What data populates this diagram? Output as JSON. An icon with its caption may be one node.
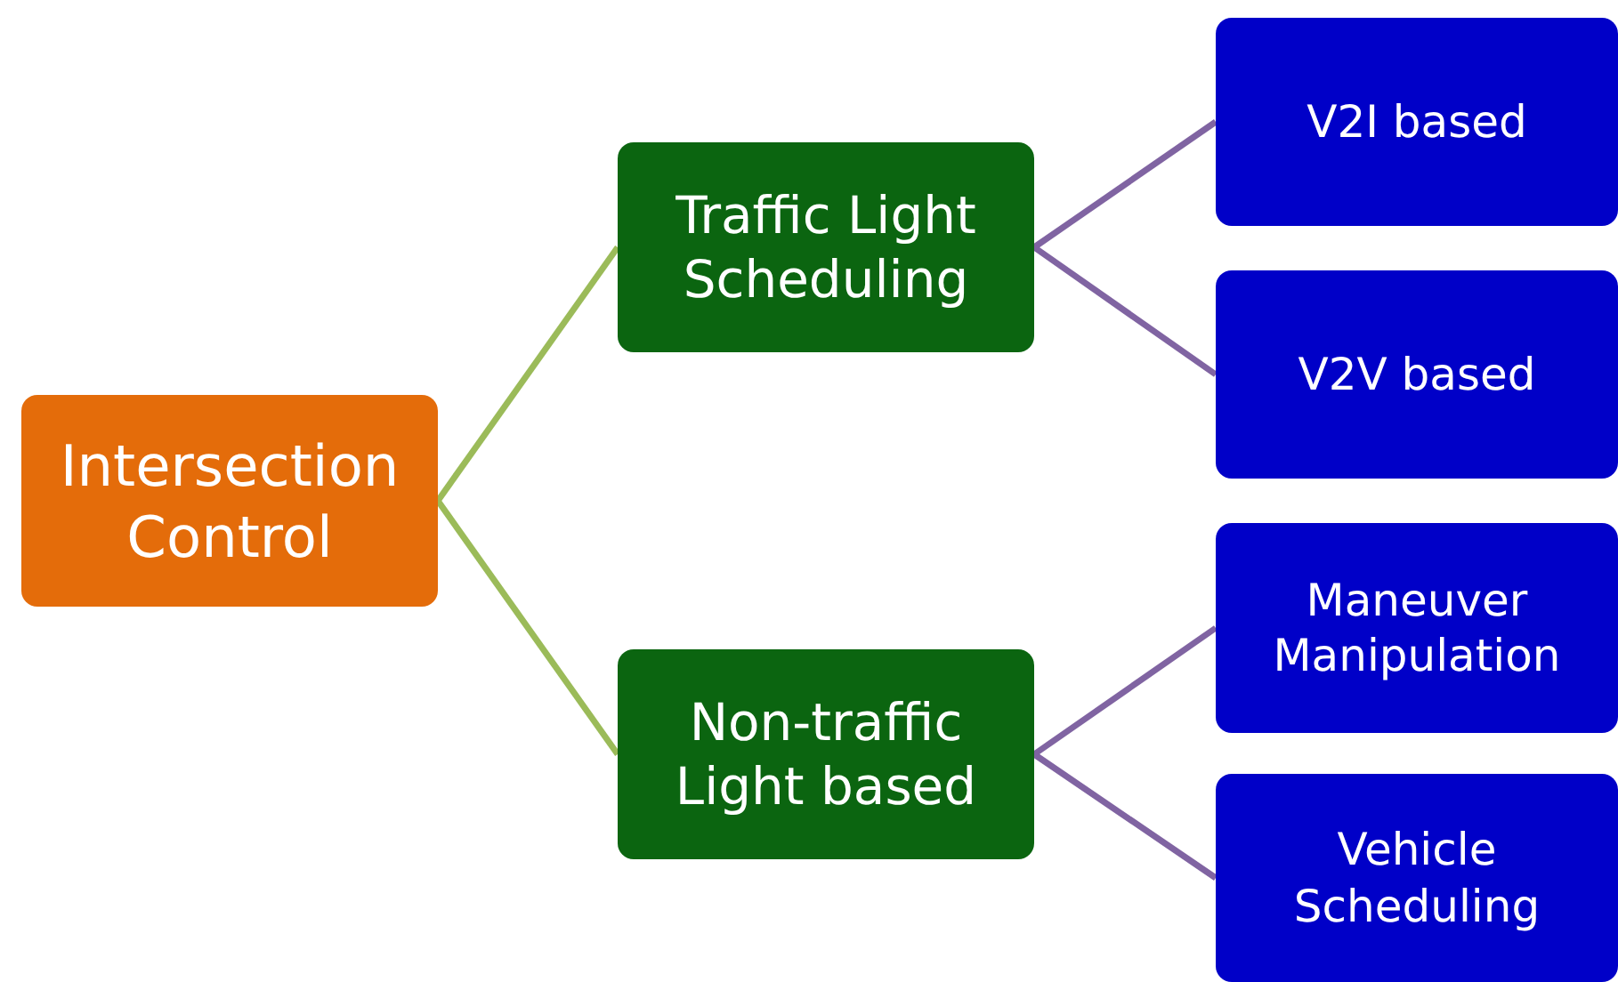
{
  "diagram": {
    "nodes": [
      {
        "text": [
          "Intersection Control"
        ]
      },
      {
        "text": [
          "Traffic Light Scheduling"
        ]
      },
      {
        "text": [
          "Non-traffic Light based"
        ]
      },
      {
        "text": [
          "V2I based"
        ]
      },
      {
        "text": [
          "V2V based"
        ]
      },
      {
        "text": [
          "Maneuver Manipulation"
        ]
      },
      {
        "text": [
          "Vehicle Scheduling"
        ]
      }
    ],
    "edges": [
      {
        "from": 0,
        "to": 1,
        "arrow": "none",
        "color": "#9bbb59"
      },
      {
        "from": 0,
        "to": 2,
        "arrow": "none",
        "color": "#9bbb59"
      },
      {
        "from": 1,
        "to": 3,
        "arrow": "none"
      },
      {
        "from": 1,
        "to": 4,
        "arrow": "none"
      },
      {
        "from": 2,
        "to": 5,
        "arrow": "none"
      },
      {
        "from": 2,
        "to": 6,
        "arrow": "none"
      }
    ]
  }
}
